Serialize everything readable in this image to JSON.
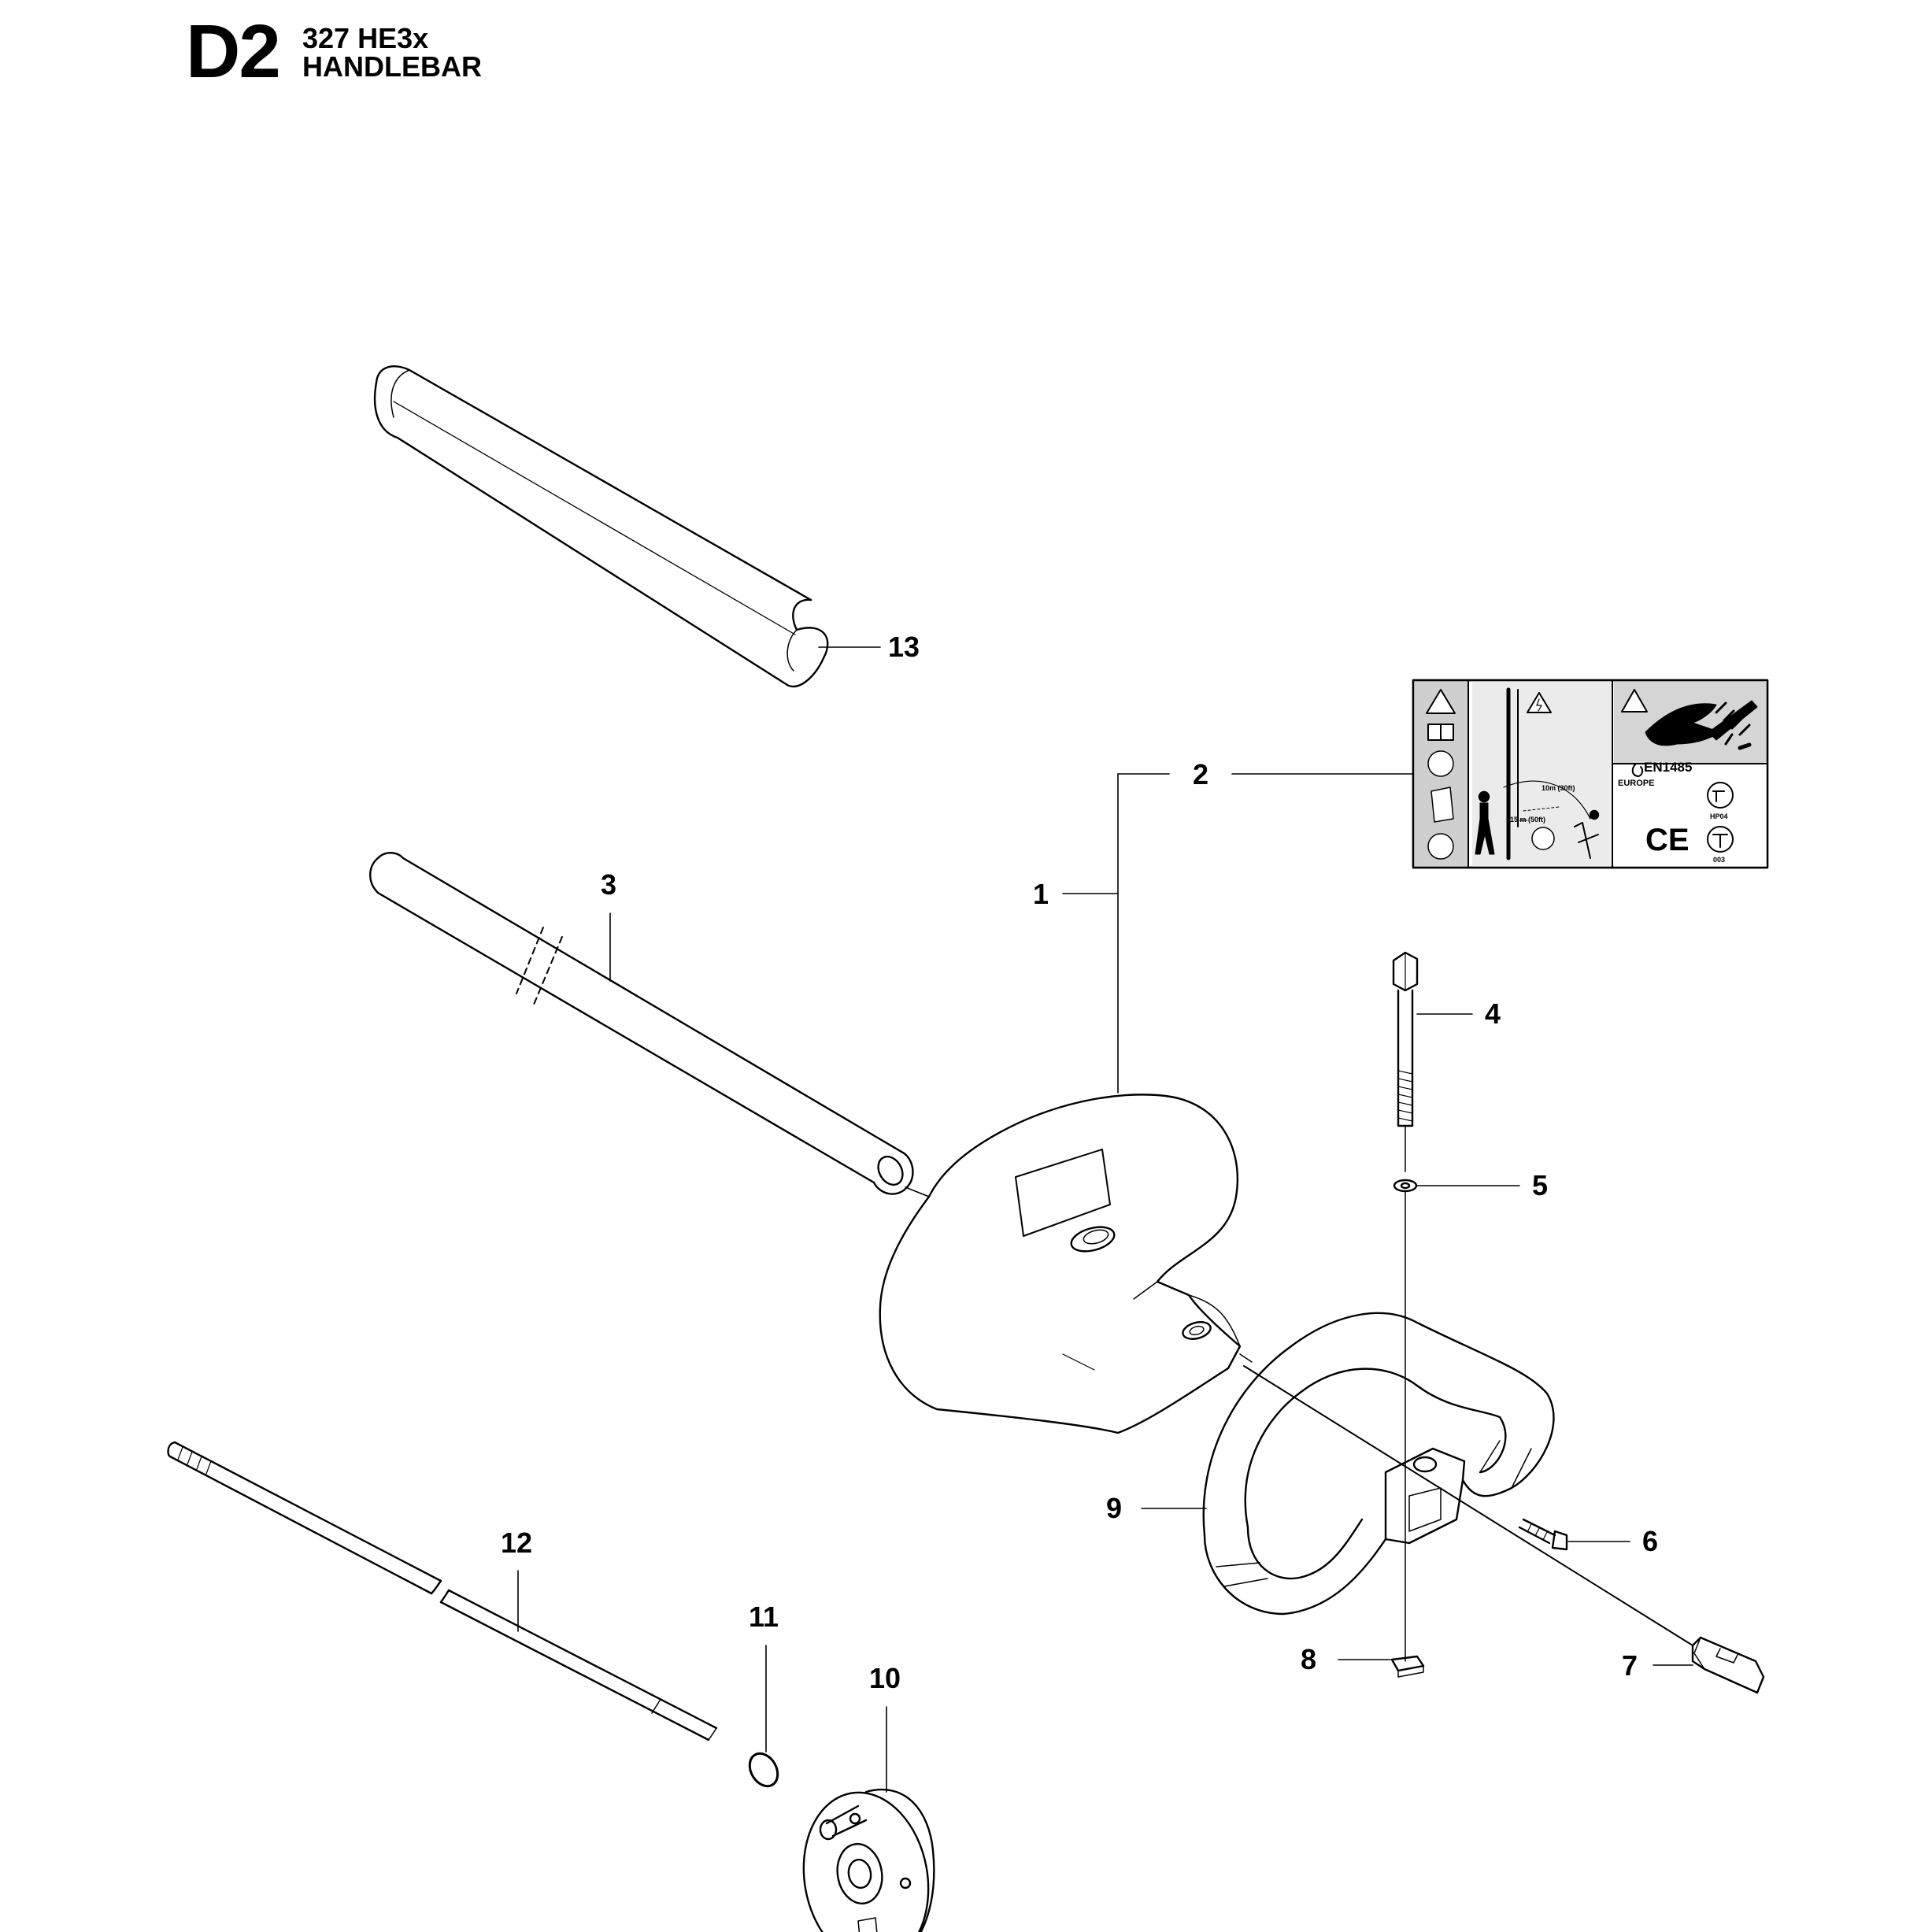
{
  "header": {
    "section_code": "D2",
    "model": "327 HE3x",
    "title": "HANDLEBAR"
  },
  "callouts": [
    {
      "number": "1"
    },
    {
      "number": "2"
    },
    {
      "number": "3"
    },
    {
      "number": "4"
    },
    {
      "number": "5"
    },
    {
      "number": "6"
    },
    {
      "number": "7"
    },
    {
      "number": "8"
    },
    {
      "number": "9"
    },
    {
      "number": "10"
    },
    {
      "number": "11"
    },
    {
      "number": "12"
    },
    {
      "number": "13"
    }
  ],
  "decal": {
    "distance_top": "10m (30ft)",
    "distance_bottom": "15 m (50ft)",
    "standard": "EN1485",
    "region": "EUROPE",
    "ce_mark": "CE",
    "cert_code": "HP04",
    "cert_number": "003"
  },
  "colors": {
    "line": "#000000",
    "decal_panel": "#d0d0d0",
    "background": "#ffffff"
  }
}
